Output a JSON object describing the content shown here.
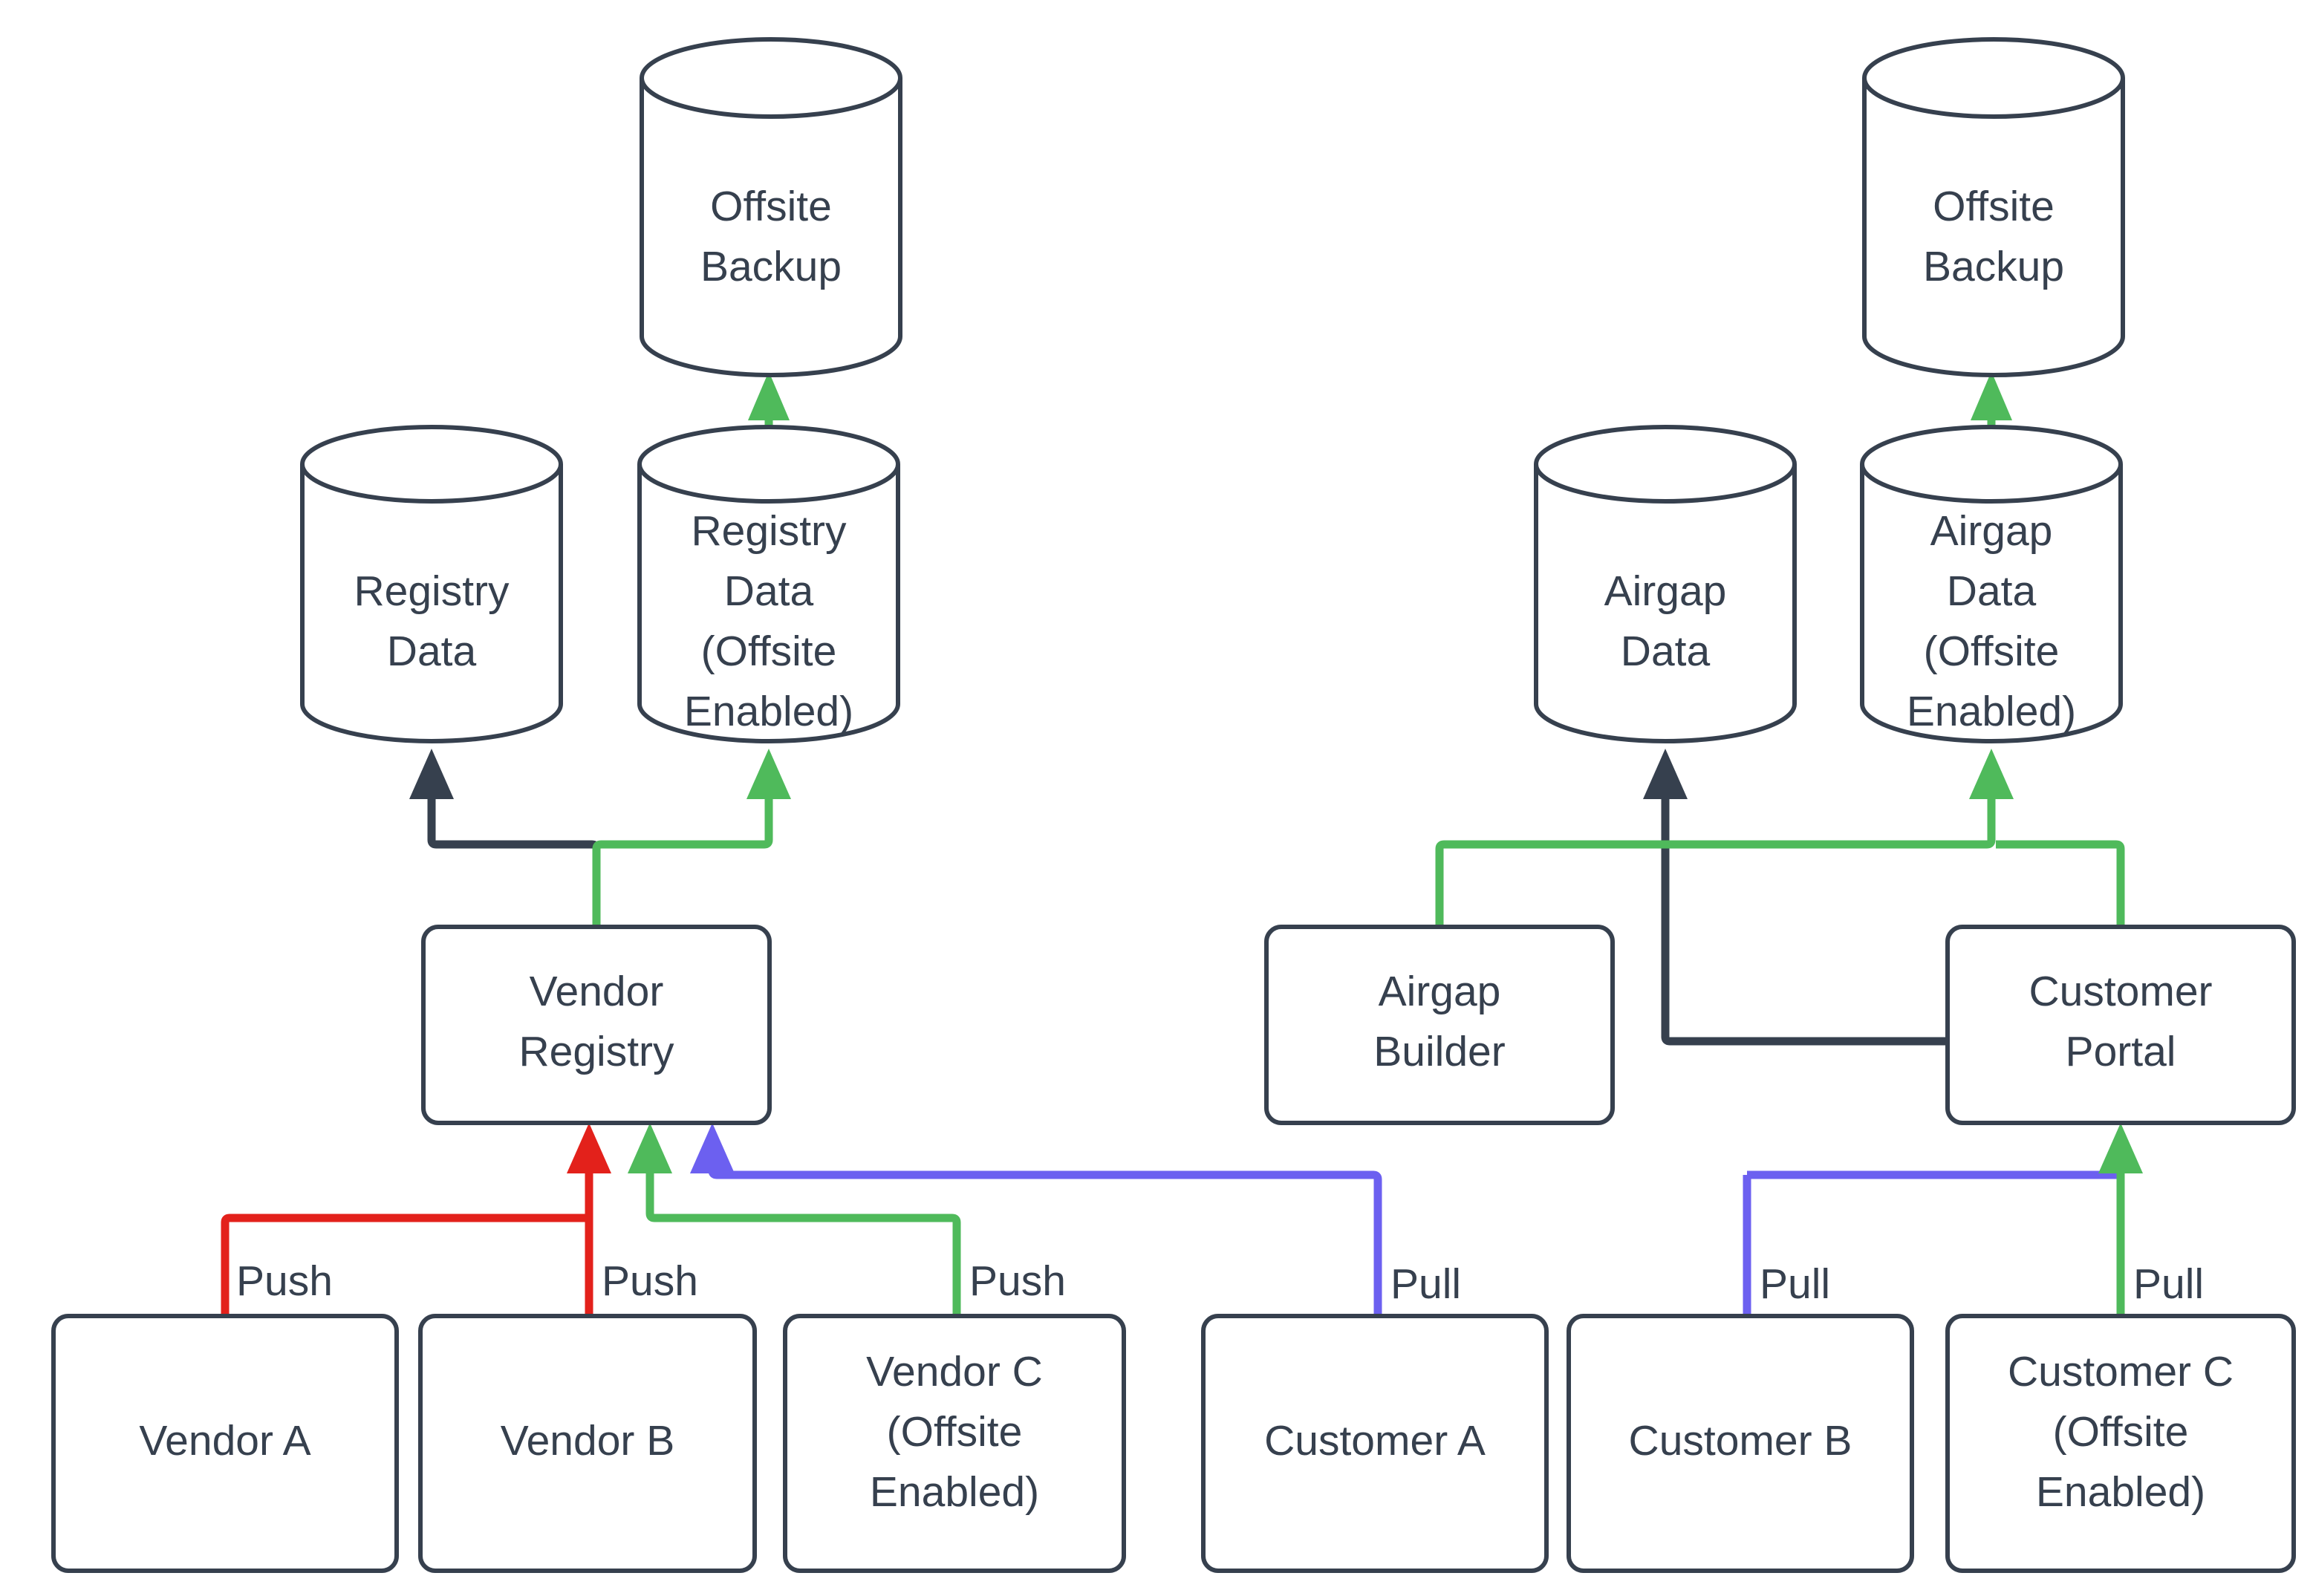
{
  "diagram": {
    "type": "flowchart",
    "background": "#ffffff",
    "palette": {
      "stroke_dark": "#36404E",
      "edge_green": "#4FBA5B",
      "edge_red": "#E3211B",
      "edge_blue": "#6C60F0",
      "node_fill": "#ffffff",
      "text": "#36404E"
    },
    "nodes": {
      "offsite_backup_left": {
        "label_line1": "Offsite",
        "label_line2": "Backup",
        "shape": "cylinder"
      },
      "offsite_backup_right": {
        "label_line1": "Offsite",
        "label_line2": "Backup",
        "shape": "cylinder"
      },
      "registry_data": {
        "label_line1": "Registry",
        "label_line2": "Data",
        "shape": "cylinder"
      },
      "registry_data_offsite": {
        "label_line1": "Registry",
        "label_line2": "Data",
        "label_line3": "(Offsite",
        "label_line4": "Enabled)",
        "shape": "cylinder"
      },
      "airgap_data": {
        "label_line1": "Airgap",
        "label_line2": "Data",
        "shape": "cylinder"
      },
      "airgap_data_offsite": {
        "label_line1": "Airgap",
        "label_line2": "Data",
        "label_line3": "(Offsite",
        "label_line4": "Enabled)",
        "shape": "cylinder"
      },
      "vendor_registry": {
        "label_line1": "Vendor",
        "label_line2": "Registry",
        "shape": "rounded-rect"
      },
      "airgap_builder": {
        "label_line1": "Airgap",
        "label_line2": "Builder",
        "shape": "rounded-rect"
      },
      "customer_portal": {
        "label_line1": "Customer",
        "label_line2": "Portal",
        "shape": "rounded-rect"
      },
      "vendor_a": {
        "label_line1": "Vendor A",
        "shape": "rounded-rect"
      },
      "vendor_b": {
        "label_line1": "Vendor B",
        "shape": "rounded-rect"
      },
      "vendor_c": {
        "label_line1": "Vendor C",
        "label_line2": "(Offsite",
        "label_line3": "Enabled)",
        "shape": "rounded-rect"
      },
      "customer_a": {
        "label_line1": "Customer A",
        "shape": "rounded-rect"
      },
      "customer_b": {
        "label_line1": "Customer B",
        "shape": "rounded-rect"
      },
      "customer_c": {
        "label_line1": "Customer C",
        "label_line2": "(Offsite",
        "label_line3": "Enabled)",
        "shape": "rounded-rect"
      }
    },
    "edge_labels": {
      "vendor_a_push": "Push",
      "vendor_b_push": "Push",
      "vendor_c_push": "Push",
      "customer_a_pull": "Pull",
      "customer_b_pull": "Pull",
      "customer_c_pull": "Pull"
    },
    "edges": [
      {
        "from": "registry_data_offsite",
        "to": "offsite_backup_left",
        "color": "#4FBA5B",
        "label": ""
      },
      {
        "from": "airgap_data_offsite",
        "to": "offsite_backup_right",
        "color": "#4FBA5B",
        "label": ""
      },
      {
        "from": "vendor_registry",
        "to": "registry_data",
        "color": "#36404E",
        "label": ""
      },
      {
        "from": "vendor_registry",
        "to": "registry_data_offsite",
        "color": "#4FBA5B",
        "label": ""
      },
      {
        "from": "customer_portal",
        "to": "airgap_data",
        "color": "#36404E",
        "label": ""
      },
      {
        "from": "airgap_builder",
        "to": "airgap_data_offsite",
        "color": "#4FBA5B",
        "label": ""
      },
      {
        "from": "customer_portal",
        "to": "airgap_data_offsite",
        "color": "#4FBA5B",
        "label": ""
      },
      {
        "from": "vendor_a",
        "to": "vendor_registry",
        "color": "#E3211B",
        "label": "Push"
      },
      {
        "from": "vendor_b",
        "to": "vendor_registry",
        "color": "#E3211B",
        "label": "Push"
      },
      {
        "from": "vendor_c",
        "to": "vendor_registry",
        "color": "#4FBA5B",
        "label": "Push"
      },
      {
        "from": "customer_a",
        "to": "vendor_registry",
        "color": "#6C60F0",
        "label": "Pull"
      },
      {
        "from": "customer_b",
        "to": "vendor_registry",
        "color": "#6C60F0",
        "label": "Pull"
      },
      {
        "from": "customer_c",
        "to": "customer_portal",
        "color": "#4FBA5B",
        "label": "Pull"
      }
    ]
  }
}
